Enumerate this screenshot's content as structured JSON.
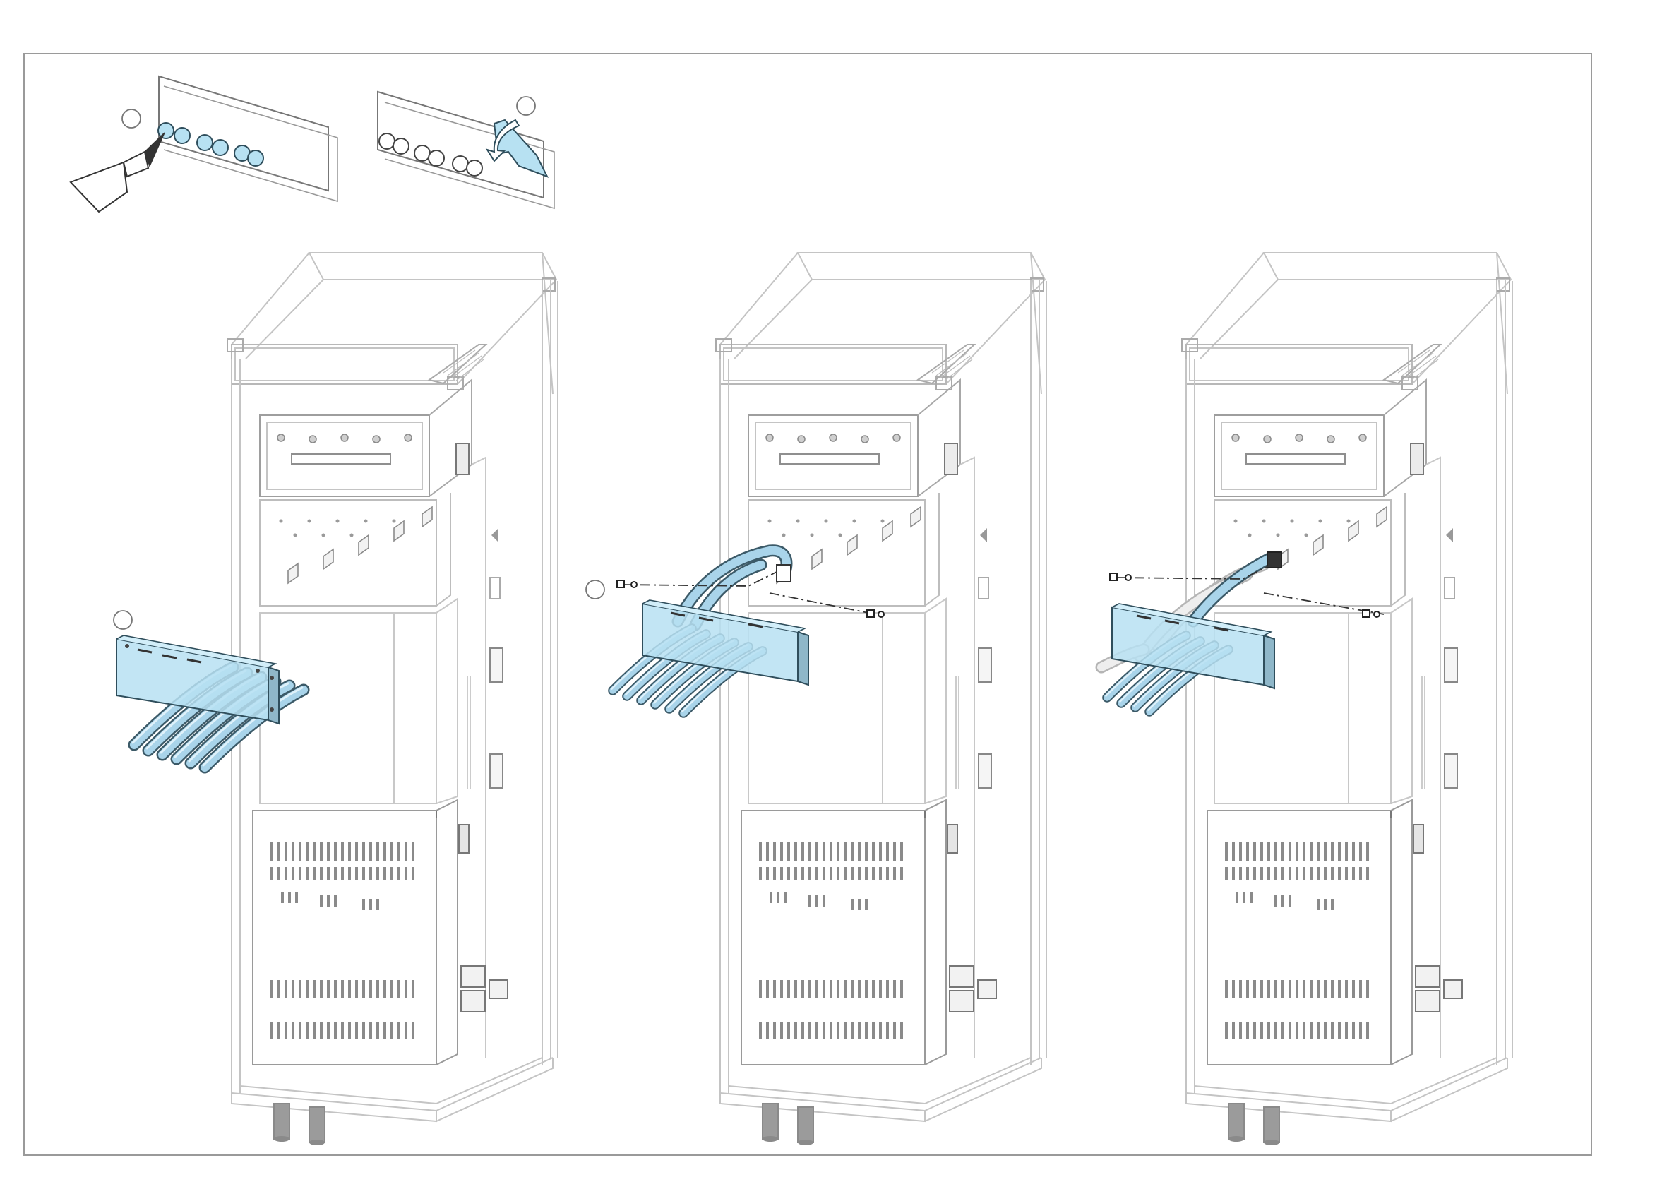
{
  "diagram": {
    "colors": {
      "frame": "#9a9a9a",
      "line": "#bdbdbd",
      "dark": "#555555",
      "accent": "#b7e1f2",
      "accent_stroke": "#2f4e5c",
      "cable_fill": "#a9d4ea",
      "cable_stroke": "#3c5a68",
      "foot": "#9b9b9b"
    },
    "step_markers": [
      {
        "id": "1",
        "label": ""
      },
      {
        "id": "2",
        "label": ""
      },
      {
        "id": "3",
        "label": ""
      },
      {
        "id": "4",
        "label": ""
      }
    ],
    "panels": [
      {
        "id": "A",
        "step": "cable-gland-plate-with-cables"
      },
      {
        "id": "B",
        "step": "fastening-gland-plate-screws"
      },
      {
        "id": "C",
        "step": "gland-plate-installed"
      }
    ]
  }
}
